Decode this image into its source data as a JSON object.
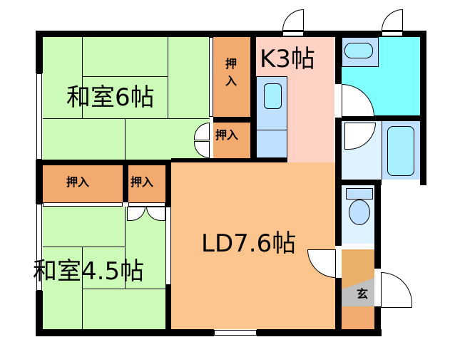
{
  "plan": {
    "rooms": [
      {
        "id": "washitsu6",
        "label": "和室6帖",
        "type": "tatami",
        "color": "#ccfbb8"
      },
      {
        "id": "washitsu45",
        "label": "和室4.5帖",
        "type": "tatami",
        "color": "#ccfbb8"
      },
      {
        "id": "kitchen",
        "label": "K3帖",
        "type": "kitchen",
        "color": "#fdd1c4"
      },
      {
        "id": "ld",
        "label": "LD7.6帖",
        "type": "living-dining",
        "color": "#fdc58e"
      },
      {
        "id": "entrance",
        "label": "玄",
        "type": "entrance",
        "color": "#e8b06a"
      }
    ],
    "closets": [
      {
        "id": "closet1",
        "label": "押\n入",
        "label_top": "押",
        "label_bottom": "入"
      },
      {
        "id": "closet2",
        "label": "押入"
      },
      {
        "id": "closet3",
        "label": "押入"
      },
      {
        "id": "closet4",
        "label": "押入"
      }
    ],
    "colors": {
      "tatami": "#ccfbb8",
      "closet": "#f2aa6e",
      "kitchen": "#fdd1c4",
      "ld": "#fdc58e",
      "washroom": "#80ffff",
      "bath": "#def2ff",
      "fixture": "#bfe0ff",
      "entrance": "#e8b06a",
      "genkan_floor": "#c0c0c0",
      "wall": "#000000"
    }
  }
}
